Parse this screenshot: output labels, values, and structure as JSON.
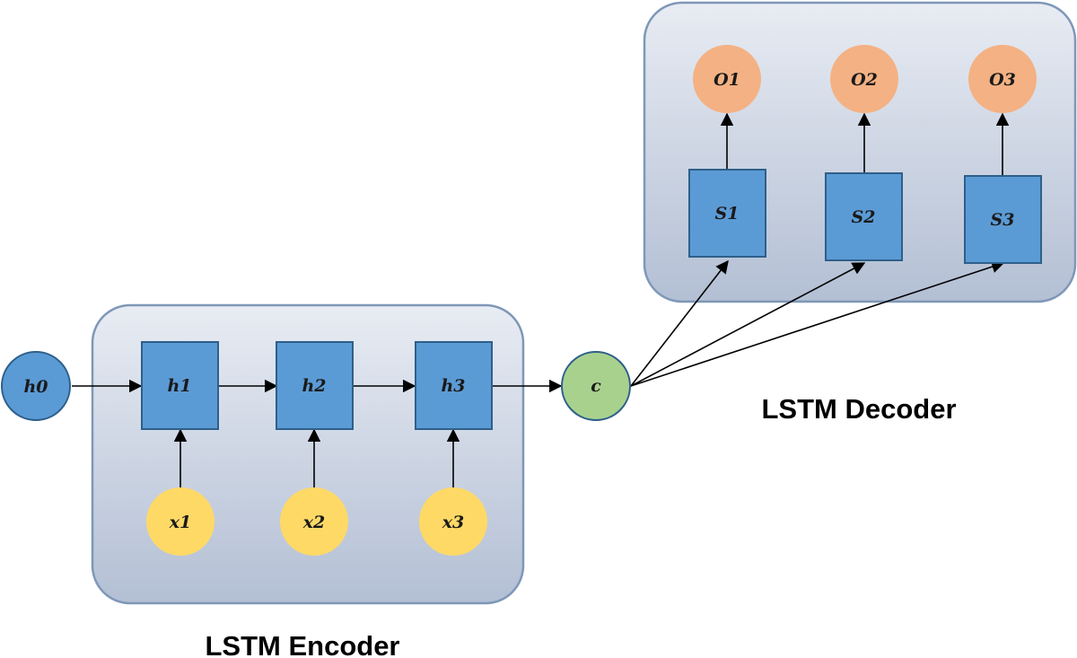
{
  "colors": {
    "container_fill_top": "#e8ecf3",
    "container_fill_bottom": "#b3bfd4",
    "container_stroke": "#7f97b8",
    "hidden_box": "#5b9bd5",
    "hidden_circle": "#5b9bd5",
    "input_circle": "#ffd966",
    "context_circle": "#a9d18e",
    "output_circle": "#f4b183"
  },
  "encoder": {
    "title": "LSTM Encoder",
    "initial_state": "h0",
    "hidden_states": [
      "h1",
      "h2",
      "h3"
    ],
    "inputs": [
      "x1",
      "x2",
      "x3"
    ]
  },
  "context": {
    "label": "c"
  },
  "decoder": {
    "title": "LSTM Decoder",
    "states": [
      "S1",
      "S2",
      "S3"
    ],
    "outputs": [
      "O1",
      "O2",
      "O3"
    ]
  }
}
